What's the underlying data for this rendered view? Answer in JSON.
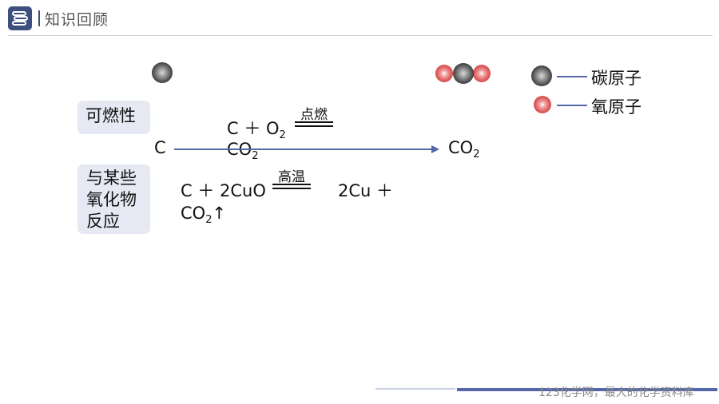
{
  "header": {
    "title": "知识回顾",
    "logo_icon": "book-stack-icon"
  },
  "legend": {
    "carbon_label": "碳原子",
    "oxygen_label": "氧原子"
  },
  "center": {
    "reactant": "C",
    "product_main": "CO",
    "product_sub": "2"
  },
  "combustion": {
    "tag": "可燃性",
    "eq_part1": "C ＋ O",
    "eq_sub1": "2",
    "condition": "点燃",
    "eq_part2": "CO",
    "eq_sub2": "2"
  },
  "oxide_reaction": {
    "tag_line1": "与某些",
    "tag_line2": "氧化物",
    "tag_line3": "反应",
    "eq_part1": "C ＋ 2CuO",
    "condition": "高温",
    "eq_part2": "2Cu ＋",
    "eq_part3": "CO",
    "eq_sub3": "2",
    "gas_arrow": "↑"
  },
  "footer": {
    "watermark": "123化学网，最大的化学资料库"
  },
  "colors": {
    "accent": "#5567a8",
    "tag_bg": "#e6e9f3",
    "oxygen": "#e06060",
    "carbon": "#3e3e3e"
  }
}
